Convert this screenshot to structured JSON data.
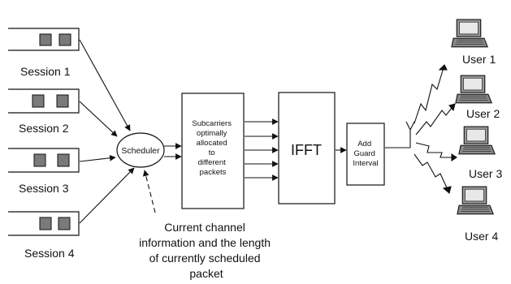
{
  "sessions": [
    {
      "label": "Session 1"
    },
    {
      "label": "Session 2"
    },
    {
      "label": "Session 3"
    },
    {
      "label": "Session 4"
    }
  ],
  "scheduler": {
    "label": "Scheduler"
  },
  "subcarrier_block": {
    "lines": [
      "Subcarriers",
      "optimally",
      "allocated",
      "to",
      "different",
      "packets"
    ]
  },
  "ifft_block": {
    "label": "IFFT"
  },
  "guard_block": {
    "lines": [
      "Add",
      "Guard",
      "Interval"
    ]
  },
  "channel_note": {
    "lines": [
      "Current channel",
      "information and the length",
      "of currently scheduled",
      "packet"
    ]
  },
  "users": [
    {
      "label": "User 1"
    },
    {
      "label": "User 2"
    },
    {
      "label": "User 3"
    },
    {
      "label": "User 4"
    }
  ],
  "icons": {
    "packet": "packet-square-icon",
    "laptop": "laptop-icon",
    "antenna": "antenna-icon",
    "wireless": "lightning-signal-icon"
  }
}
